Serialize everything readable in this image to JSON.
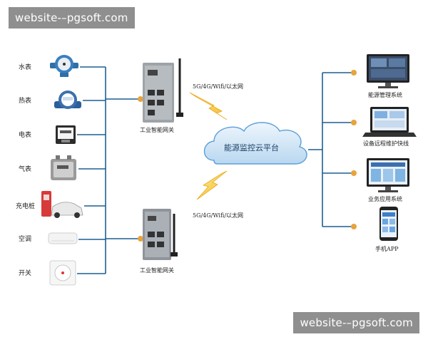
{
  "watermark": {
    "top": "website-–pgsoft.com",
    "bottom": "website-–pgsoft.com"
  },
  "devices": [
    {
      "label": "水表",
      "icon": "water-meter-icon"
    },
    {
      "label": "热表",
      "icon": "heat-meter-icon"
    },
    {
      "label": "电表",
      "icon": "electric-meter-icon"
    },
    {
      "label": "气表",
      "icon": "gas-meter-icon"
    },
    {
      "label": "充电桩",
      "icon": "charging-pile-icon"
    },
    {
      "label": "空调",
      "icon": "air-conditioner-icon"
    },
    {
      "label": "开关",
      "icon": "switch-icon"
    }
  ],
  "gateways": [
    {
      "label": "工业智能网关"
    },
    {
      "label": "工业智能网关"
    }
  ],
  "links": [
    {
      "label": "5G/4G/Wifi/以太网"
    },
    {
      "label": "5G/4G/Wifi/以太网"
    }
  ],
  "cloud": {
    "label": "能源监控云平台"
  },
  "systems": [
    {
      "label": "能源管理系统",
      "icon": "monitor-icon"
    },
    {
      "label": "设备远程维护快线",
      "icon": "laptop-icon"
    },
    {
      "label": "业务应用系统",
      "icon": "monitor-icon"
    },
    {
      "label": "手机APP",
      "icon": "smartphone-icon"
    }
  ],
  "colors": {
    "line": "#1b5f93",
    "dot": "#e8a33c",
    "lightning": "#f2b722",
    "cloud": "#5a9fd8"
  }
}
